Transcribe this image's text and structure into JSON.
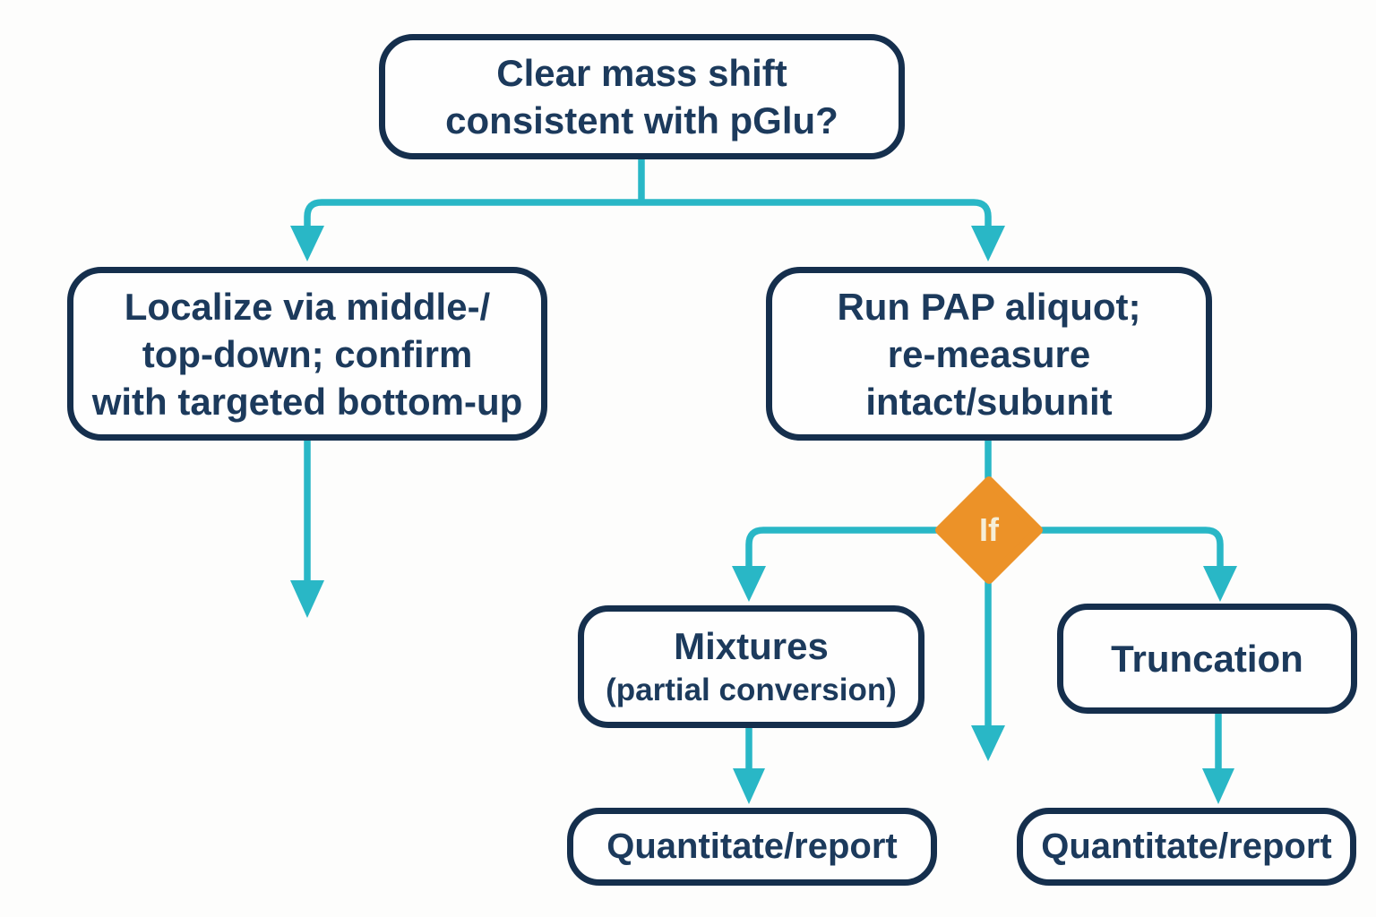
{
  "diagram": {
    "type": "flowchart",
    "colors": {
      "node_border": "#152f4d",
      "node_text": "#1c3a5c",
      "node_fill": "#fefefe",
      "connector": "#29b7c6",
      "decision_fill": "#ec9228",
      "decision_text": "#f6eed6",
      "background": "#fdfdfc"
    },
    "nodes": {
      "root": {
        "lines": [
          "Clear mass shift",
          "consistent with pGlu?"
        ]
      },
      "localize": {
        "lines": [
          "Localize via middle-/",
          "top-down; confirm",
          "with targeted bottom-up"
        ]
      },
      "pap": {
        "lines": [
          "Run PAP aliquot;",
          "re-measure",
          "intact/subunit"
        ]
      },
      "decision": {
        "label": "If"
      },
      "mixtures": {
        "title": "Mixtures",
        "subtitle": "(partial conversion)"
      },
      "truncation": {
        "label": "Truncation"
      },
      "quantitate_left": {
        "label": "Quantitate/report"
      },
      "quantitate_right": {
        "label": "Quantitate/report"
      }
    },
    "edges": [
      "root -> localize",
      "root -> pap",
      "localize -> (down arrow)",
      "pap -> decision If",
      "decision -> mixtures",
      "decision -> (down arrow)",
      "decision -> truncation",
      "mixtures -> quantitate_left",
      "truncation -> quantitate_right"
    ]
  }
}
